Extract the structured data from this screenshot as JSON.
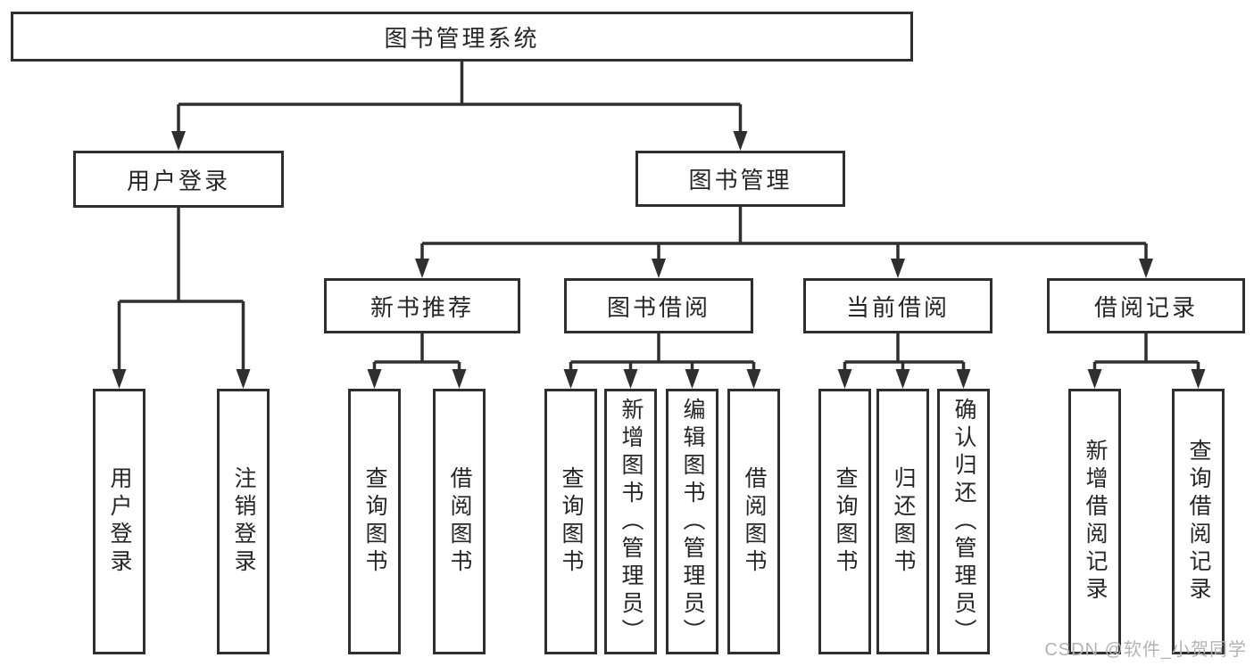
{
  "colors": {
    "line": "#2f2f2f",
    "box_border": "#2f2f2f",
    "text": "#262626",
    "background": "#ffffff"
  },
  "watermark": {
    "text": "CSDN @软件_小贺同学",
    "color": "#b3b3b3"
  },
  "tree": {
    "root": {
      "label": "图书管理系统",
      "children": [
        {
          "label": "用户登录",
          "children": [
            {
              "label": "用户登录"
            },
            {
              "label": "注销登录"
            }
          ]
        },
        {
          "label": "图书管理",
          "children": [
            {
              "label": "新书推荐",
              "children": [
                {
                  "label": "查询图书"
                },
                {
                  "label": "借阅图书"
                }
              ]
            },
            {
              "label": "图书借阅",
              "children": [
                {
                  "label": "查询图书"
                },
                {
                  "label": "新增图书（管理员）"
                },
                {
                  "label": "编辑图书（管理员）"
                },
                {
                  "label": "借阅图书"
                }
              ]
            },
            {
              "label": "当前借阅",
              "children": [
                {
                  "label": "查询图书"
                },
                {
                  "label": "归还图书"
                },
                {
                  "label": "确认归还（管理员）"
                }
              ]
            },
            {
              "label": "借阅记录",
              "children": [
                {
                  "label": "新增借阅记录"
                },
                {
                  "label": "查询借阅记录"
                }
              ]
            }
          ]
        }
      ]
    }
  }
}
